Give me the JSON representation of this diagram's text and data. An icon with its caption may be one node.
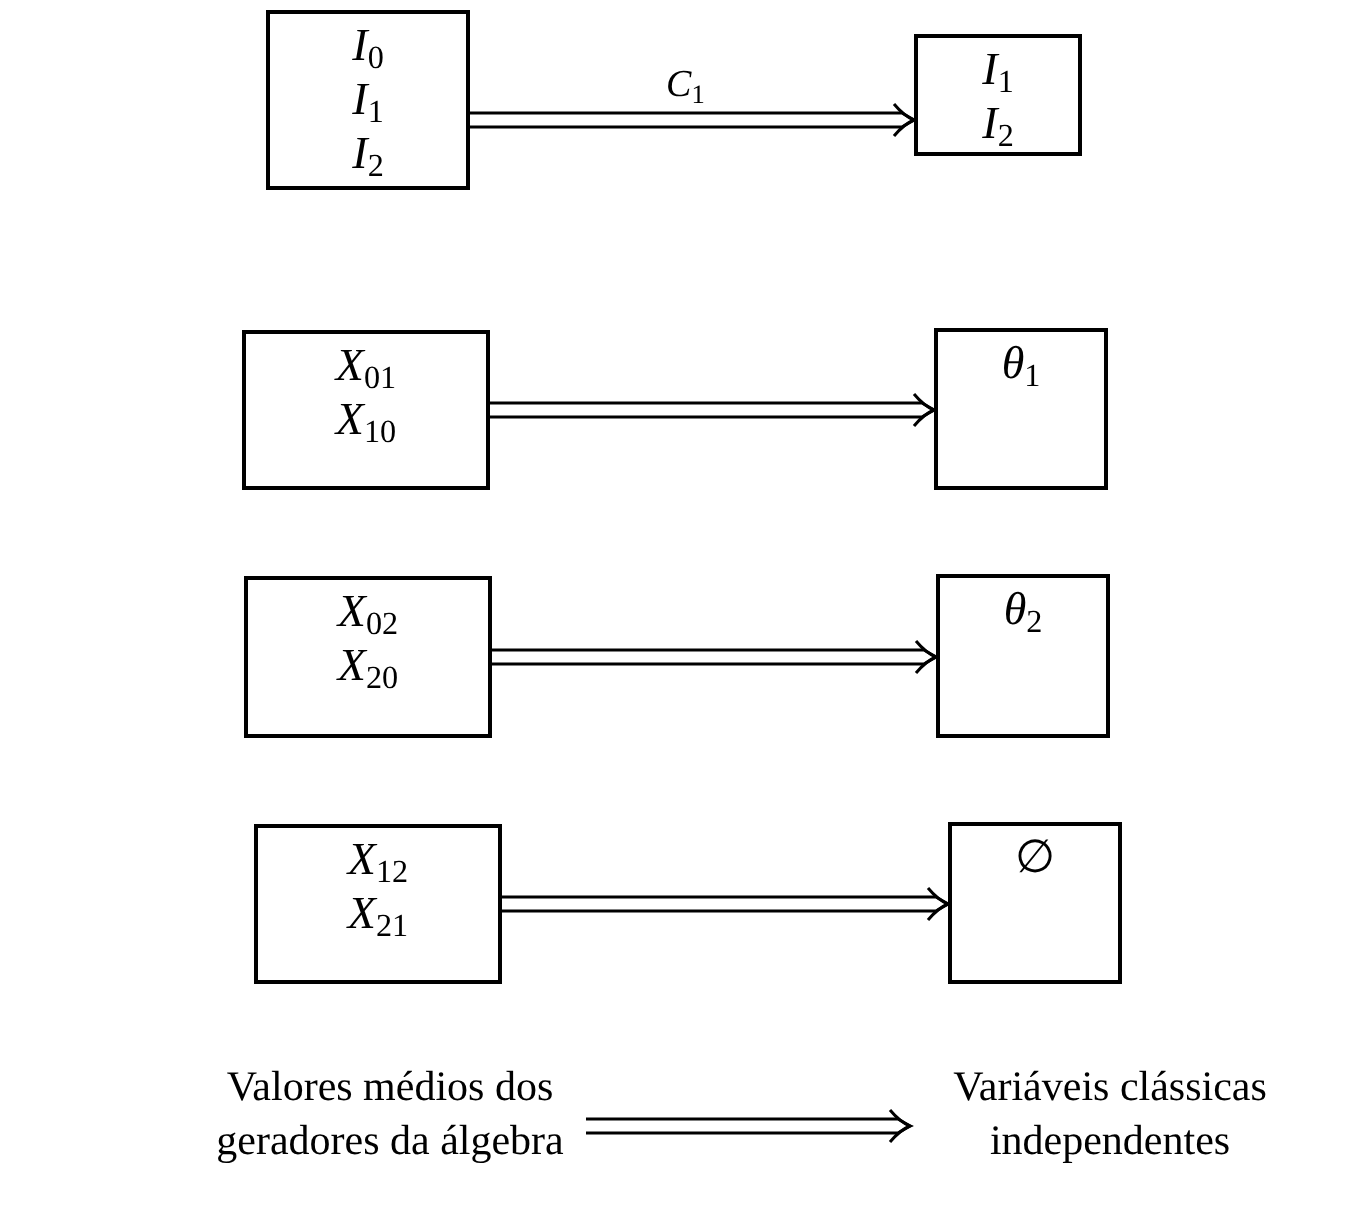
{
  "diagram": {
    "nodes": [
      {
        "text": [
          "*I*$_{0}$",
          "*I*$_{1}$",
          "*I*$_{2}$"
        ]
      },
      {
        "text": [
          "*I*$_{1}$",
          "*I*$_{2}$"
        ]
      },
      {
        "text": [
          "*X*$_{01}$",
          "*X*$_{10}$"
        ]
      },
      {
        "text": [
          "*θ*$_{1}$"
        ]
      },
      {
        "text": [
          "*X*$_{02}$",
          "*X*$_{20}$"
        ]
      },
      {
        "text": [
          "*θ*$_{2}$"
        ]
      },
      {
        "text": [
          "*X*$_{12}$",
          "*X*$_{21}$"
        ]
      },
      {
        "text": [
          "∅"
        ]
      },
      {
        "text": [
          "Valores médios dos geradores da álgebra"
        ]
      },
      {
        "text": [
          "Variáveis clássicas independentes"
        ]
      }
    ],
    "edges": [
      {
        "from": 0,
        "to": 1,
        "arrow": "to",
        "label": "*C*$_{1}$"
      },
      {
        "from": 2,
        "to": 3,
        "arrow": "to"
      },
      {
        "from": 4,
        "to": 5,
        "arrow": "to"
      },
      {
        "from": 6,
        "to": 7,
        "arrow": "to"
      },
      {
        "from": 8,
        "to": 9,
        "arrow": "to"
      }
    ]
  }
}
